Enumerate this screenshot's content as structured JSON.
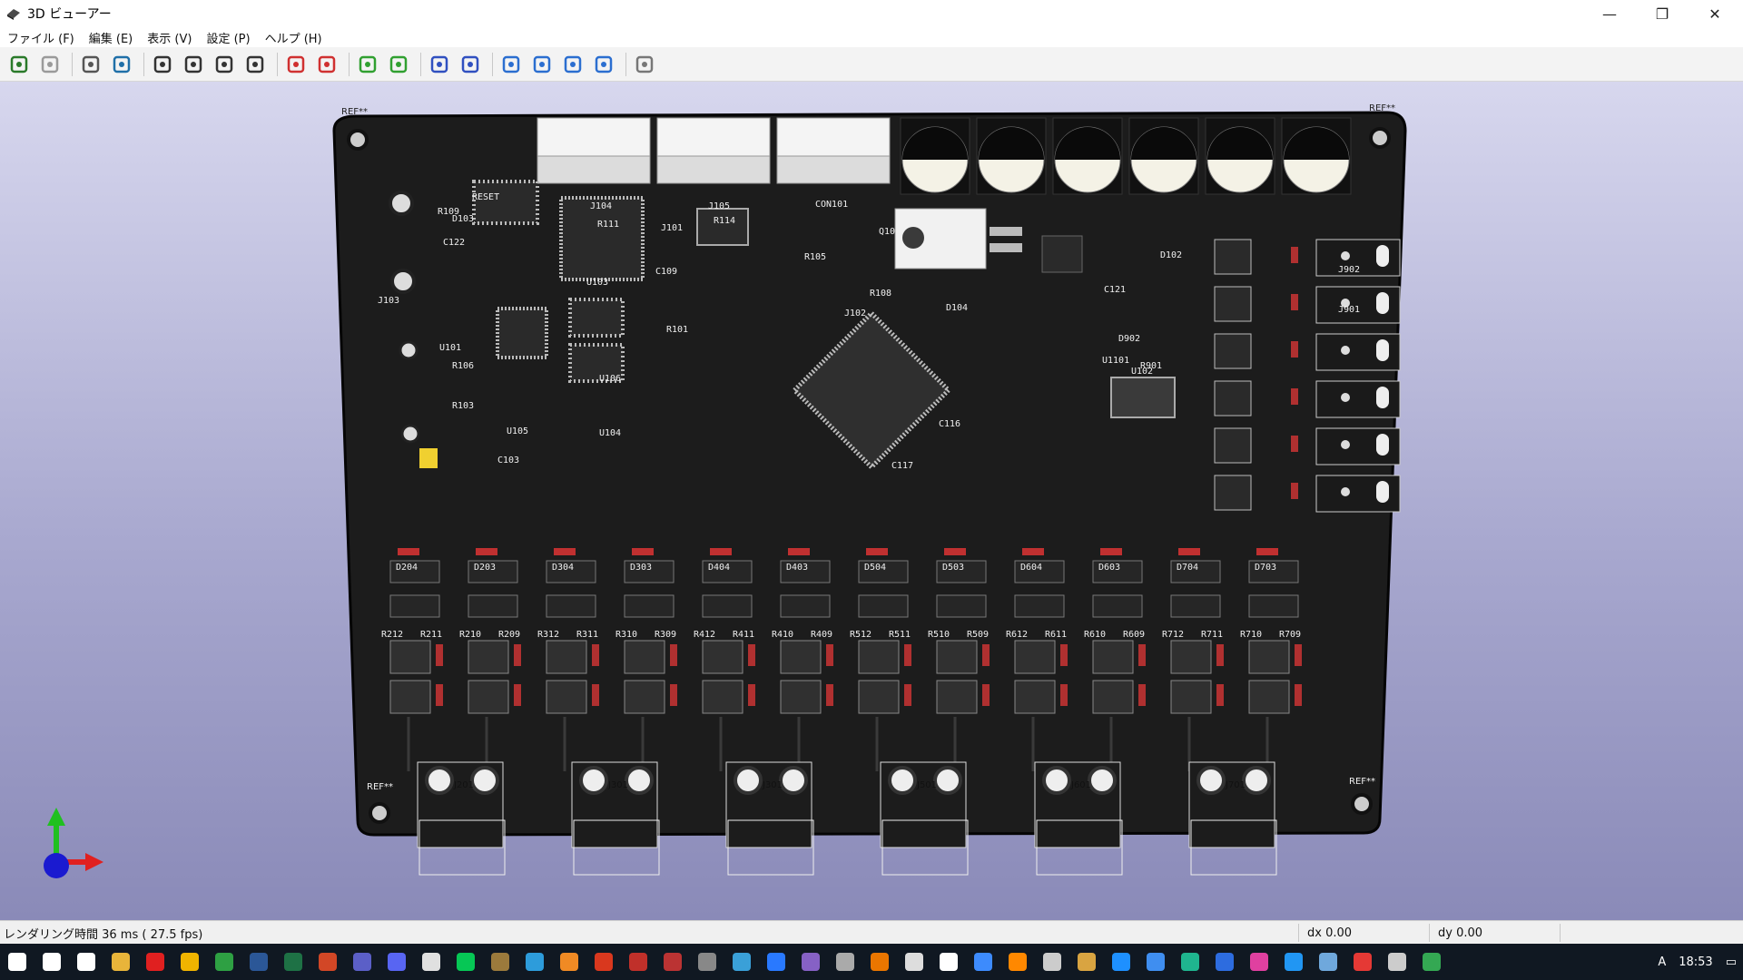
{
  "window": {
    "title": "3D ビューアー",
    "min": "—",
    "max": "❐",
    "close": "✕"
  },
  "menu": [
    "ファイル (F)",
    "編集 (E)",
    "表示 (V)",
    "設定 (P)",
    "ヘルプ (H)"
  ],
  "toolbar": [
    {
      "icon": "export-icon",
      "color": "#2a7a2a"
    },
    {
      "icon": "copy-icon",
      "color": "#9a9a9a"
    },
    {
      "icon": "settings-gear-icon",
      "color": "#555555"
    },
    {
      "icon": "raytrace-cube-icon",
      "color": "#1f6fa8"
    },
    {
      "icon": "zoom-in-icon",
      "color": "#333333"
    },
    {
      "icon": "zoom-out-icon",
      "color": "#333333"
    },
    {
      "icon": "redraw-icon",
      "color": "#333333"
    },
    {
      "icon": "zoom-fit-icon",
      "color": "#333333"
    },
    {
      "icon": "rotate-x-cw-icon",
      "color": "#d03030"
    },
    {
      "icon": "rotate-x-ccw-icon",
      "color": "#d03030"
    },
    {
      "icon": "rotate-y-cw-icon",
      "color": "#30a030"
    },
    {
      "icon": "rotate-y-ccw-icon",
      "color": "#30a030"
    },
    {
      "icon": "rotate-z-cw-icon",
      "color": "#3050c0"
    },
    {
      "icon": "rotate-z-ccw-icon",
      "color": "#3050c0"
    },
    {
      "icon": "pan-left-icon",
      "color": "#2b6ed0"
    },
    {
      "icon": "pan-right-icon",
      "color": "#2b6ed0"
    },
    {
      "icon": "pan-up-icon",
      "color": "#2b6ed0"
    },
    {
      "icon": "pan-down-icon",
      "color": "#2b6ed0"
    },
    {
      "icon": "ortho-cube-icon",
      "color": "#777777"
    }
  ],
  "board": {
    "ref_labels": [
      "REF**",
      "REF**",
      "REF**",
      "REF**"
    ],
    "labels": [
      {
        "t": "J104"
      },
      {
        "t": "J105"
      },
      {
        "t": "CON101"
      },
      {
        "t": "U103"
      },
      {
        "t": "J103"
      },
      {
        "t": "U101"
      },
      {
        "t": "U105"
      },
      {
        "t": "U106"
      },
      {
        "t": "U104"
      },
      {
        "t": "U102"
      },
      {
        "t": "D104"
      },
      {
        "t": "D102"
      },
      {
        "t": "R108"
      },
      {
        "t": "R111"
      },
      {
        "t": "R114"
      },
      {
        "t": "R106"
      },
      {
        "t": "R103"
      },
      {
        "t": "C103"
      },
      {
        "t": "C121"
      },
      {
        "t": "R901"
      },
      {
        "t": "D902"
      },
      {
        "t": "RESET"
      },
      {
        "t": "J102"
      },
      {
        "t": "Q101"
      },
      {
        "t": "R101"
      },
      {
        "t": "J101"
      },
      {
        "t": "R105"
      },
      {
        "t": "C109"
      },
      {
        "t": "C122"
      },
      {
        "t": "D103"
      },
      {
        "t": "R109"
      },
      {
        "t": "C116"
      },
      {
        "t": "C117"
      },
      {
        "t": "J901"
      },
      {
        "t": "J902"
      },
      {
        "t": "U1101"
      }
    ],
    "row_labels": [
      "D204",
      "D203",
      "D304",
      "D303",
      "D404",
      "D403",
      "D504",
      "D503",
      "D604",
      "D603",
      "D704",
      "D703"
    ],
    "cell_labels": [
      "R212",
      "R211",
      "R210",
      "R209",
      "R312",
      "R311",
      "R310",
      "R309",
      "R412",
      "R411",
      "R410",
      "R409",
      "R512",
      "R511",
      "R510",
      "R509",
      "R612",
      "R611",
      "R610",
      "R609",
      "R712",
      "R711",
      "R710",
      "R709"
    ],
    "terminal_labels": [
      "J201",
      "J301",
      "J301",
      "J501",
      "J601",
      "J701"
    ]
  },
  "axes": {
    "x_color": "#e02020",
    "y_color": "#20c020",
    "z_color": "#1a1ad0"
  },
  "status": {
    "render": "レンダリング時間 36 ms ( 27.5 fps)",
    "dx": "dx 0.00",
    "dy": "dy 0.00"
  },
  "taskbar": {
    "icons": [
      {
        "icon": "windows-start-icon",
        "color": "#ffffff"
      },
      {
        "icon": "search-icon",
        "color": "#ffffff"
      },
      {
        "icon": "task-view-icon",
        "color": "#ffffff"
      },
      {
        "icon": "file-explorer-icon",
        "color": "#e8b43a"
      },
      {
        "icon": "opera-icon",
        "color": "#e02020"
      },
      {
        "icon": "chrome-icon",
        "color": "#f0b400"
      },
      {
        "icon": "app-green-icon",
        "color": "#2ea043"
      },
      {
        "icon": "word-icon",
        "color": "#2b5797"
      },
      {
        "icon": "excel-icon",
        "color": "#1e7145"
      },
      {
        "icon": "powerpoint-icon",
        "color": "#d24726"
      },
      {
        "icon": "teams-icon",
        "color": "#5b5fc7"
      },
      {
        "icon": "discord-icon",
        "color": "#5865f2"
      },
      {
        "icon": "app-globe-icon",
        "color": "#e0e0e0"
      },
      {
        "icon": "line-icon",
        "color": "#06c755"
      },
      {
        "icon": "kicad-icon",
        "color": "#9b7a3c"
      },
      {
        "icon": "app-tri-icon",
        "color": "#2d9cdb"
      },
      {
        "icon": "app-f-icon",
        "color": "#f08a24"
      },
      {
        "icon": "acrobat-icon",
        "color": "#d9381e"
      },
      {
        "icon": "app-red-icon",
        "color": "#c0302a"
      },
      {
        "icon": "app-shield-icon",
        "color": "#b33"
      },
      {
        "icon": "app-grey-icon",
        "color": "#888888"
      },
      {
        "icon": "infinity-icon",
        "color": "#3aa0d8"
      },
      {
        "icon": "ide-icon",
        "color": "#2979ff"
      },
      {
        "icon": "visual-studio-icon",
        "color": "#8661c5"
      },
      {
        "icon": "app-dots-icon",
        "color": "#aaaaaa"
      },
      {
        "icon": "blender-icon",
        "color": "#ea7600"
      },
      {
        "icon": "app-dark-icon",
        "color": "#dddddd"
      },
      {
        "icon": "app-film-icon",
        "color": "#ffffff"
      },
      {
        "icon": "download-icon",
        "color": "#3d8bfd"
      },
      {
        "icon": "vlc-icon",
        "color": "#ff8800"
      },
      {
        "icon": "obs-icon",
        "color": "#cccccc"
      },
      {
        "icon": "app-folder-icon",
        "color": "#d9a441"
      },
      {
        "icon": "app-blue-icon",
        "color": "#1e90ff"
      },
      {
        "icon": "app-doc-icon",
        "color": "#3f8ef0"
      },
      {
        "icon": "app-teal-icon",
        "color": "#1fb58f"
      },
      {
        "icon": "app-box-icon",
        "color": "#2d6cdf"
      },
      {
        "icon": "app-pink-icon",
        "color": "#e040a0"
      },
      {
        "icon": "app-note-icon",
        "color": "#2196f3"
      },
      {
        "icon": "app-img-icon",
        "color": "#6fa8dc"
      },
      {
        "icon": "app-drop-icon",
        "color": "#e53935"
      },
      {
        "icon": "app-ring-icon",
        "color": "#cccccc"
      },
      {
        "icon": "app-check-icon",
        "color": "#34a853"
      }
    ],
    "time": "18:53",
    "tray_ime": "A"
  }
}
